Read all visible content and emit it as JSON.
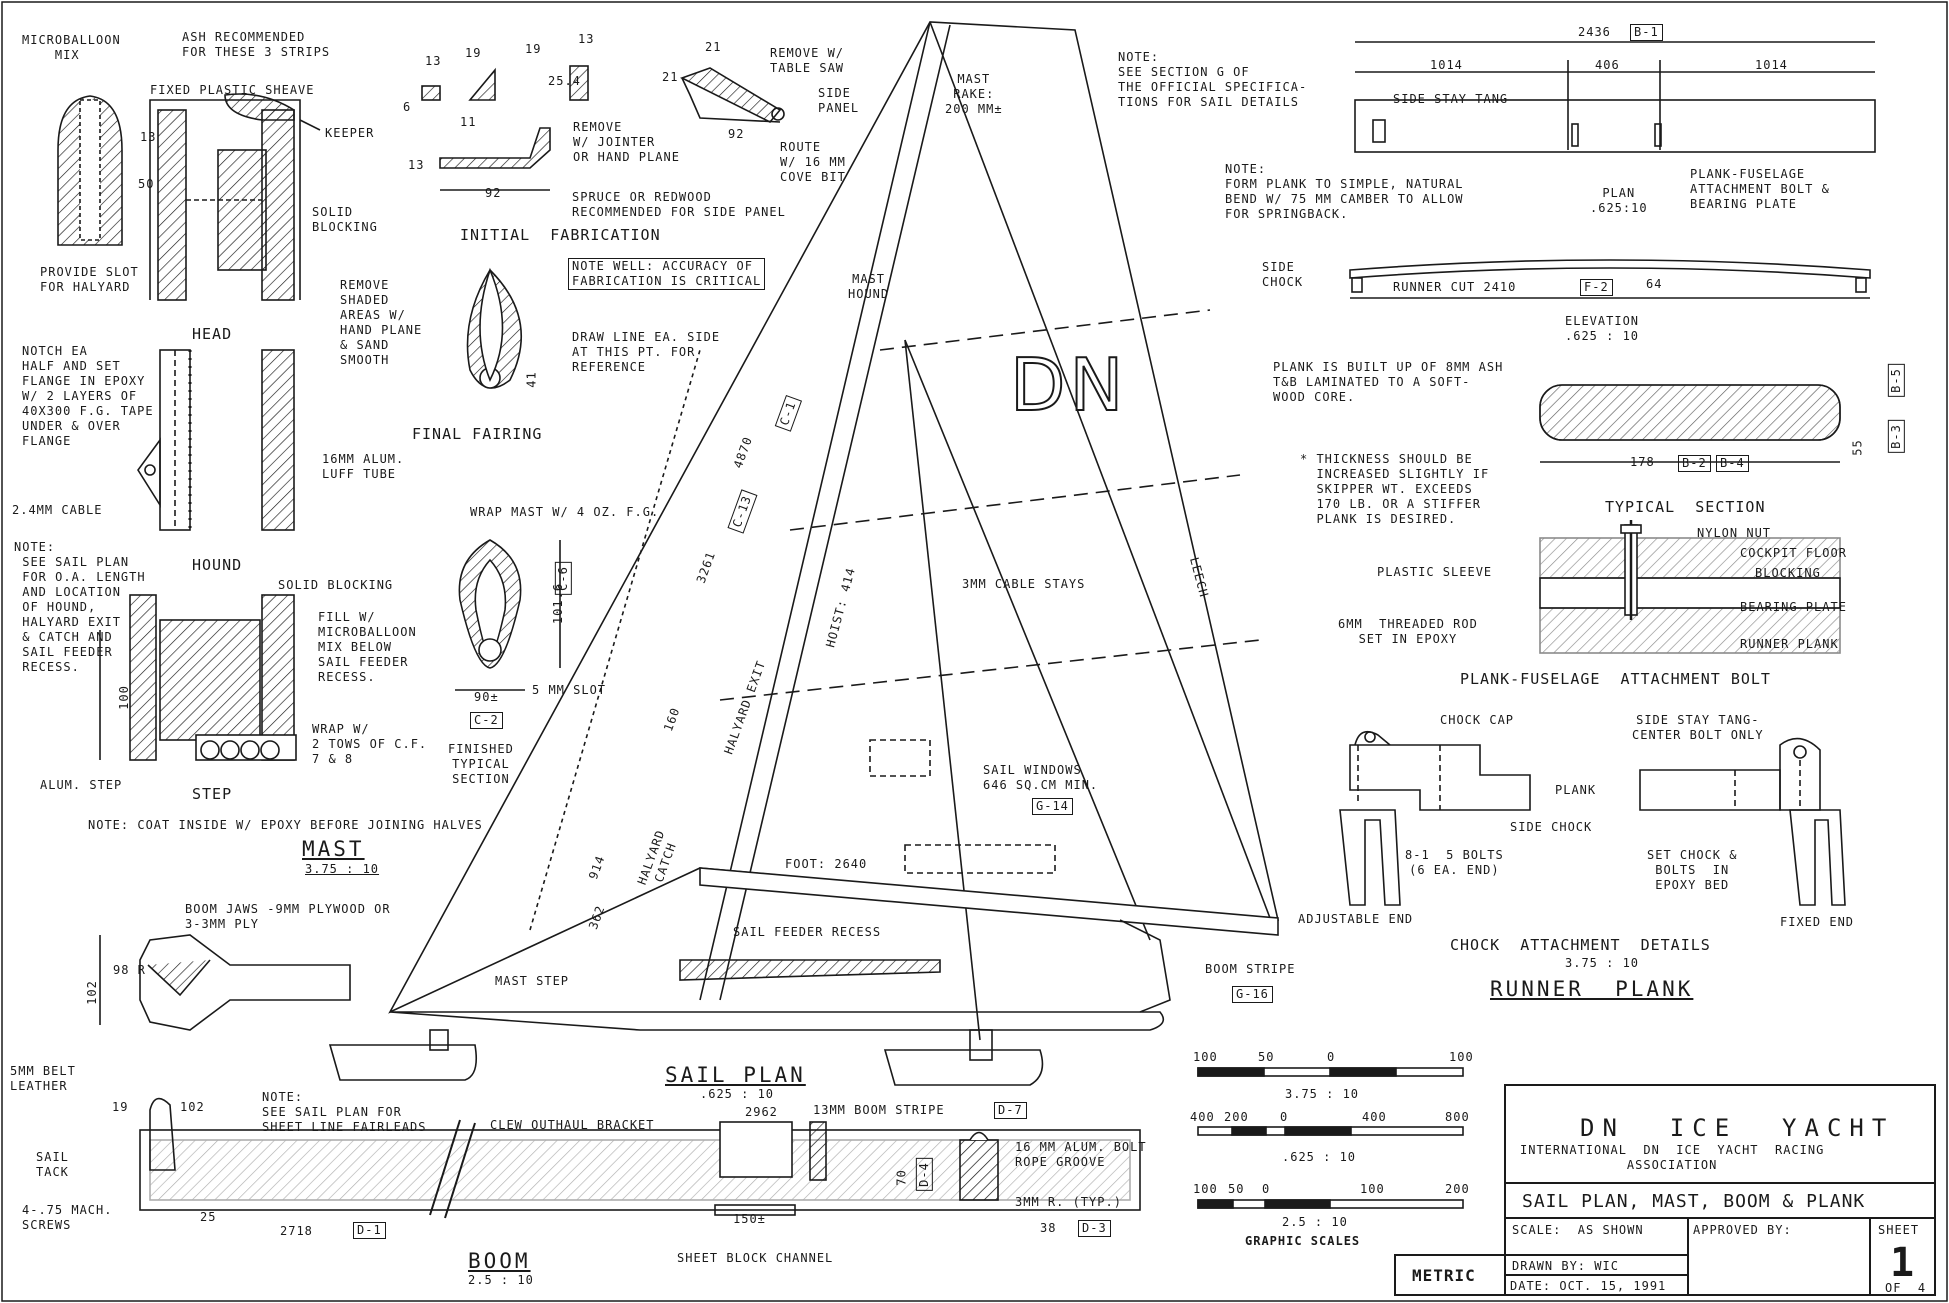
{
  "mast_section": {
    "microballoon": "MICROBALLOON\n    MIX",
    "ash_note": "ASH RECOMMENDED\nFOR THESE 3 STRIPS",
    "fixed_sheave": "FIXED PLASTIC SHEAVE",
    "keeper": "KEEPER",
    "dim_13": "13",
    "dim_50": "50",
    "solid_blocking_head": "SOLID\nBLOCKING",
    "provide_slot": "PROVIDE SLOT\nFOR HALYARD",
    "head": "HEAD",
    "notch_note": "NOTCH EA\nHALF AND SET\nFLANGE IN EPOXY\nW/ 2 LAYERS OF\n40X300 F.G. TAPE\nUNDER & OVER\nFLANGE",
    "luff_tube": "16MM ALUM.\nLUFF TUBE",
    "cable": "2.4MM CABLE",
    "note_sail": "NOTE:\n SEE SAIL PLAN\n FOR O.A. LENGTH\n AND LOCATION\n OF HOUND,\n HALYARD EXIT\n & CATCH AND\n SAIL FEEDER\n RECESS.",
    "hound": "HOUND",
    "solid_blocking_hound": "SOLID BLOCKING",
    "fill_note": "FILL W/\nMICROBALLOON\nMIX BELOW\nSAIL FEEDER\nRECESS.",
    "dim_100": "100",
    "wrap_note": "WRAP W/\n2 TOWS OF C.F.\n7 & 8",
    "alum_step": "ALUM. STEP",
    "step": "STEP",
    "coat_note": "NOTE: COAT INSIDE W/ EPOXY BEFORE JOINING HALVES",
    "title": "MAST",
    "scale": "3.75 : 10"
  },
  "fabrication": {
    "dims_top": [
      "13",
      "19",
      "19",
      "13",
      "6",
      "25.4"
    ],
    "dim_11": "11",
    "dim_13b": "13",
    "dim_92a": "92",
    "dim_21a": "21",
    "dim_21b": "21",
    "dim_92b": "92",
    "remove_table_saw": "REMOVE W/\nTABLE SAW",
    "side_panel": "SIDE\nPANEL",
    "remove_jointer": "REMOVE\nW/ JOINTER\nOR HAND PLANE",
    "route": "ROUTE\nW/ 16 MM\nCOVE BIT",
    "spruce": "SPRUCE OR REDWOOD\nRECOMMENDED FOR SIDE PANEL",
    "initial": "INITIAL  FABRICATION",
    "note_well": "NOTE WELL: ACCURACY OF\nFABRICATION IS CRITICAL",
    "remove_shaded": "REMOVE\nSHADED\nAREAS W/\nHAND PLANE\n& SAND\nSMOOTH",
    "draw_line": "DRAW LINE EA. SIDE\nAT THIS PT. FOR\nREFERENCE",
    "dim_41": "41",
    "final_fairing": "FINAL FAIRING",
    "wrap_mast": "WRAP MAST W/ 4 OZ. F.G.",
    "dim_101": "101.6",
    "ref_c6": "C-6",
    "dim_90": "90±",
    "slot": "5 MM SLOT",
    "ref_c2": "C-2",
    "finished": "FINISHED\nTYPICAL\nSECTION"
  },
  "sail_plan": {
    "mast_rake": "MAST\nRAKE:\n200 MM±",
    "mast_hound": "MAST\nHOUND",
    "sail_letters": "DN",
    "dim_4870": "4870",
    "ref_c1": "C-1",
    "dim_3261": "3261",
    "ref_c13": "C-13",
    "hoist": "HOIST: 414",
    "leech": "LEECH",
    "cable_stays": "3MM CABLE STAYS",
    "halyard_exit": "HALYARD EXIT",
    "dim_160": "160",
    "dim_914": "914",
    "halyard_catch": "HALYARD\nCATCH",
    "dim_362": "362",
    "sail_windows": "SAIL WINDOWS\n646 SQ.CM MIN.",
    "ref_g14": "G-14",
    "foot": "FOOT: 2640",
    "feeder": "SAIL FEEDER RECESS",
    "mast_step": "MAST STEP",
    "boom_stripe": "BOOM STRIPE",
    "ref_g16": "G-16",
    "title": "SAIL PLAN",
    "scale": ".625 : 10"
  },
  "boom": {
    "jaws": "BOOM JAWS -9MM PLYWOOD OR\n3-3MM PLY",
    "dim_102a": "102",
    "dim_98r": "98 R",
    "belt": "5MM BELT\nLEATHER",
    "dim_19": "19",
    "dim_102b": "102",
    "note": "NOTE:\nSEE SAIL PLAN FOR\nSHEET LINE FAIRLEADS",
    "clew": "CLEW OUTHAUL BRACKET",
    "dim_2962": "2962",
    "stripe": "13MM BOOM STRIPE",
    "ref_d7": "D-7",
    "sail_tack": "SAIL\nTACK",
    "screws": "4-.75 MACH.\nSCREWS",
    "dim_25": "25",
    "dim_2718": "2718",
    "ref_d1": "D-1",
    "dim_150": "150±",
    "dim_70": "70",
    "ref_d4": "D-4",
    "bolt_rope": "16 MM ALUM. BOLT\nROPE GROOVE",
    "radius": "3MM R. (TYP.)",
    "dim_38": "38",
    "ref_d3": "D-3",
    "channel": "SHEET BLOCK CHANNEL",
    "title": "BOOM",
    "scale": "2.5 : 10"
  },
  "plank": {
    "note_sail": "NOTE:\nSEE SECTION G OF\nTHE OFFICIAL SPECIFICA-\nTIONS FOR SAIL DETAILS",
    "dim_2436": "2436",
    "ref_b1": "B-1",
    "dim_1014a": "1014",
    "dim_406": "406",
    "dim_1014b": "1014",
    "side_stay_tang": "SIDE STAY TANG",
    "attach_bolt": "PLANK-FUSELAGE\nATTACHMENT BOLT &\nBEARING PLATE",
    "form_note": "NOTE:\nFORM PLANK TO SIMPLE, NATURAL\nBEND W/ 75 MM CAMBER TO ALLOW\nFOR SPRINGBACK.",
    "plan": "PLAN\n.625:10",
    "side_chock": "SIDE\nCHOCK",
    "runner_cut": "RUNNER CUT 2410",
    "ref_f2": "F-2",
    "dim_64": "64",
    "elevation": "ELEVATION\n.625 : 10",
    "built_up": "PLANK IS BUILT UP OF 8MM ASH\nT&B LAMINATED TO A SOFT-\nWOOD CORE.",
    "dim_55": "55",
    "ref_b5": "B-5",
    "ref_b3": "B-3",
    "dim_178": "178",
    "ref_b2": "B-2",
    "ref_b4": "B-4",
    "thickness": "* THICKNESS SHOULD BE\n  INCREASED SLIGHTLY IF\n  SKIPPER WT. EXCEEDS\n  170 LB. OR A STIFFER\n  PLANK IS DESIRED.",
    "typical": "TYPICAL  SECTION",
    "nylon_nut": "NYLON NUT",
    "cockpit": "COCKPIT FLOOR",
    "plastic_sleeve": "PLASTIC SLEEVE",
    "blocking": "BLOCKING",
    "bearing": "BEARING PLATE",
    "rod": "6MM  THREADED ROD\nSET IN EPOXY",
    "runner_plank_lbl": "RUNNER PLANK",
    "bolt_title": "PLANK-FUSELAGE  ATTACHMENT BOLT",
    "chock_cap": "CHOCK CAP",
    "tang_bolt": "SIDE STAY TANG-\nCENTER BOLT ONLY",
    "plank_lbl": "PLANK",
    "side_chock2": "SIDE CHOCK",
    "bolts": "8-1  5 BOLTS\n(6 EA. END)",
    "set_chock": "SET CHOCK &\nBOLTS  IN\nEPOXY BED",
    "adjustable": "ADJUSTABLE END",
    "fixed": "FIXED END",
    "chock_title": "CHOCK  ATTACHMENT  DETAILS",
    "chock_scale": "3.75 : 10",
    "title": "RUNNER  PLANK"
  },
  "scales": {
    "s1": [
      "100",
      "50",
      "0",
      "100"
    ],
    "s1_label": "3.75 : 10",
    "s2": [
      "400",
      "200",
      "0",
      "400",
      "800"
    ],
    "s2_label": ".625 : 10",
    "s3": [
      "100",
      "50",
      "0",
      "100",
      "200"
    ],
    "s3_label": "2.5 : 10",
    "caption": "GRAPHIC SCALES"
  },
  "title_block": {
    "name": "DN  ICE  YACHT",
    "assoc": "INTERNATIONAL  DN  ICE  YACHT  RACING\nASSOCIATION",
    "sheet_title": "SAIL PLAN, MAST, BOOM & PLANK",
    "scale": "SCALE:  AS SHOWN",
    "approved": "APPROVED BY:",
    "sheet_lbl": "SHEET",
    "sheet_no": "1",
    "of": "OF  4",
    "drawn": "DRAWN BY: WIC",
    "date": "DATE: OCT. 15, 1991",
    "metric": "METRIC"
  }
}
